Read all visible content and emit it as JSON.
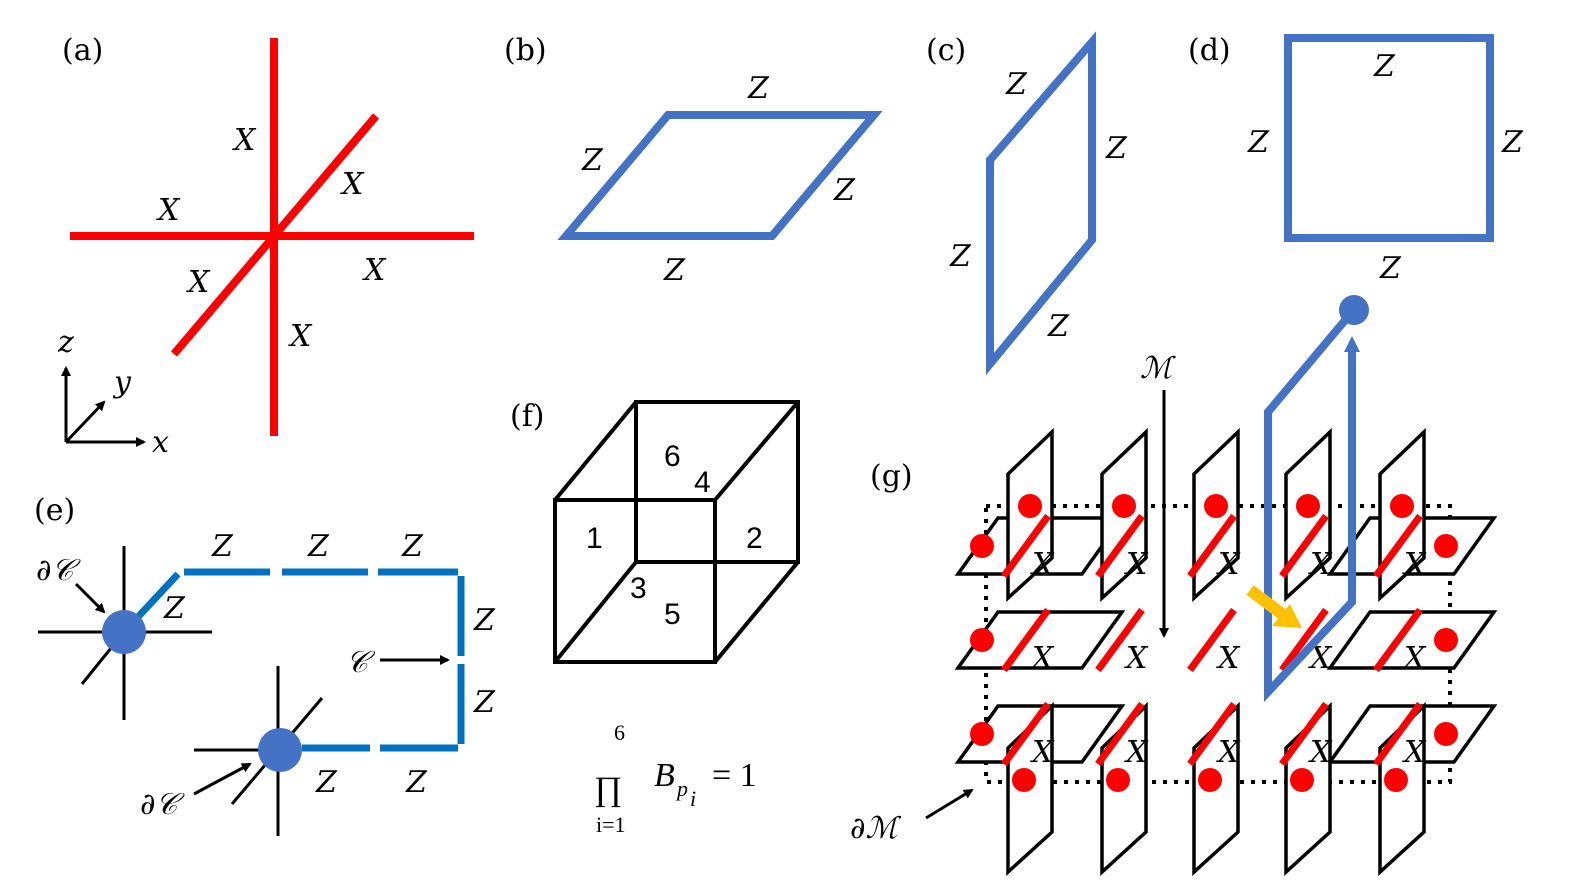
{
  "panels": {
    "a": {
      "tag": "(a)",
      "edge_labels": [
        "X",
        "X",
        "X",
        "X",
        "X",
        "X"
      ],
      "axes": {
        "z": "z",
        "y": "y",
        "x": "x"
      },
      "color": "#ff0000"
    },
    "b": {
      "tag": "(b)",
      "edge_labels": [
        "Z",
        "Z",
        "Z",
        "Z"
      ],
      "color": "#4472c4"
    },
    "c": {
      "tag": "(c)",
      "edge_labels": [
        "Z",
        "Z",
        "Z",
        "Z"
      ],
      "color": "#4472c4"
    },
    "d": {
      "tag": "(d)",
      "edge_labels": [
        "Z",
        "Z",
        "Z",
        "Z"
      ],
      "color": "#4472c4"
    },
    "e": {
      "tag": "(e)",
      "boundary_label_top": "∂𝒞",
      "boundary_label_bottom": "∂𝒞",
      "curve_label": "𝒞",
      "edge_labels": [
        "Z",
        "Z",
        "Z",
        "Z",
        "Z",
        "Z",
        "Z",
        "Z"
      ],
      "color": "#0070c0"
    },
    "f": {
      "tag": "(f)",
      "face_numbers": [
        "6",
        "4",
        "1",
        "2",
        "3",
        "5"
      ],
      "formula": {
        "upper": "6",
        "product": "∏",
        "lower": "i=1",
        "term": "B",
        "sub": "p",
        "subsub": "i",
        "rhs": "= 1"
      }
    },
    "g": {
      "tag": "(g)",
      "membrane_label": "ℳ",
      "boundary_label": "∂ℳ",
      "edge_labels": [
        "X",
        "X",
        "X",
        "X",
        "X",
        "X",
        "X",
        "X",
        "X",
        "X",
        "X",
        "X",
        "X",
        "X",
        "X"
      ],
      "colors": {
        "excitation": "#ff0000",
        "string": "#4472c4",
        "arrow": "#ffc000"
      }
    }
  }
}
